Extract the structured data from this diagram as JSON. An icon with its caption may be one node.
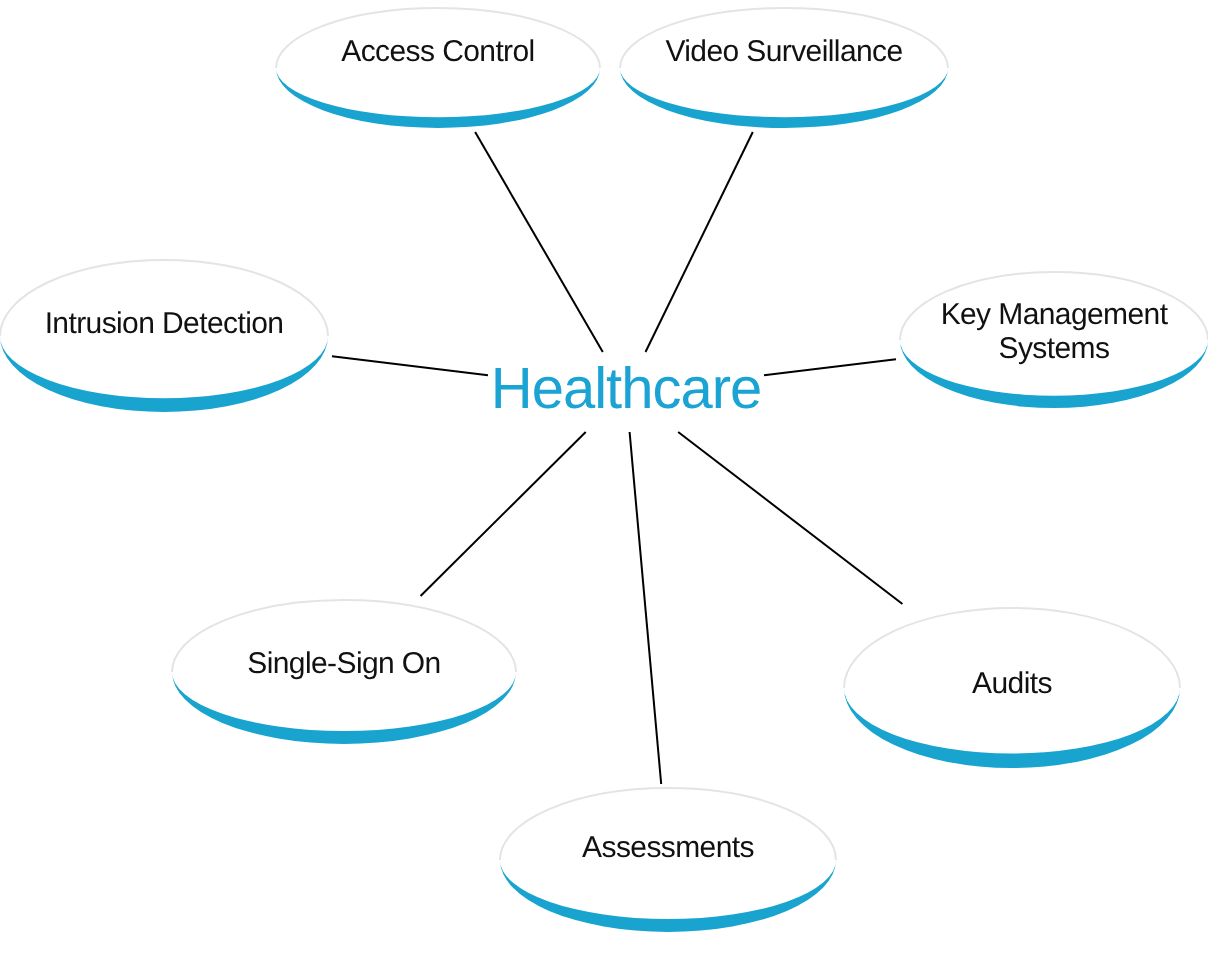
{
  "diagram": {
    "nodes": [
      {
        "text": [
          "Access Control"
        ]
      },
      {
        "text": [
          "Video Surveillance"
        ]
      },
      {
        "text": [
          "Intrusion Detection"
        ]
      },
      {
        "text": [
          "Key Management Systems"
        ]
      },
      {
        "text": [
          "Healthcare"
        ]
      },
      {
        "text": [
          "Single-Sign On"
        ]
      },
      {
        "text": [
          "Audits"
        ]
      },
      {
        "text": [
          "Assessments"
        ]
      }
    ],
    "edges": [
      {
        "from": 4,
        "to": 0,
        "arrow": "none"
      },
      {
        "from": 4,
        "to": 1,
        "arrow": "none"
      },
      {
        "from": 4,
        "to": 2,
        "arrow": "none"
      },
      {
        "from": 4,
        "to": 3,
        "arrow": "none"
      },
      {
        "from": 4,
        "to": 5,
        "arrow": "none"
      },
      {
        "from": 4,
        "to": 6,
        "arrow": "none"
      },
      {
        "from": 4,
        "to": 7,
        "arrow": "none"
      }
    ]
  }
}
